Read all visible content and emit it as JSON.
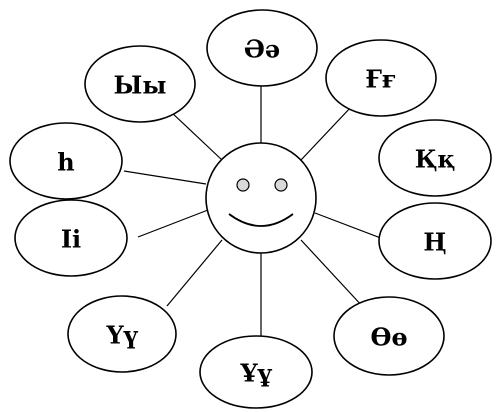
{
  "diagram": {
    "center": {
      "name": "smiley-face"
    },
    "letters": [
      {
        "id": "ae",
        "text": "Әə"
      },
      {
        "id": "gh",
        "text": "Ғғ"
      },
      {
        "id": "q",
        "text": "Ққ"
      },
      {
        "id": "ng",
        "text": "Ң"
      },
      {
        "id": "oe",
        "text": "Өө"
      },
      {
        "id": "u-bar",
        "text": "Ұұ"
      },
      {
        "id": "ue",
        "text": "Үү"
      },
      {
        "id": "i",
        "text": "Іі"
      },
      {
        "id": "h",
        "text": "һ"
      },
      {
        "id": "y",
        "text": "Ыы"
      }
    ]
  }
}
